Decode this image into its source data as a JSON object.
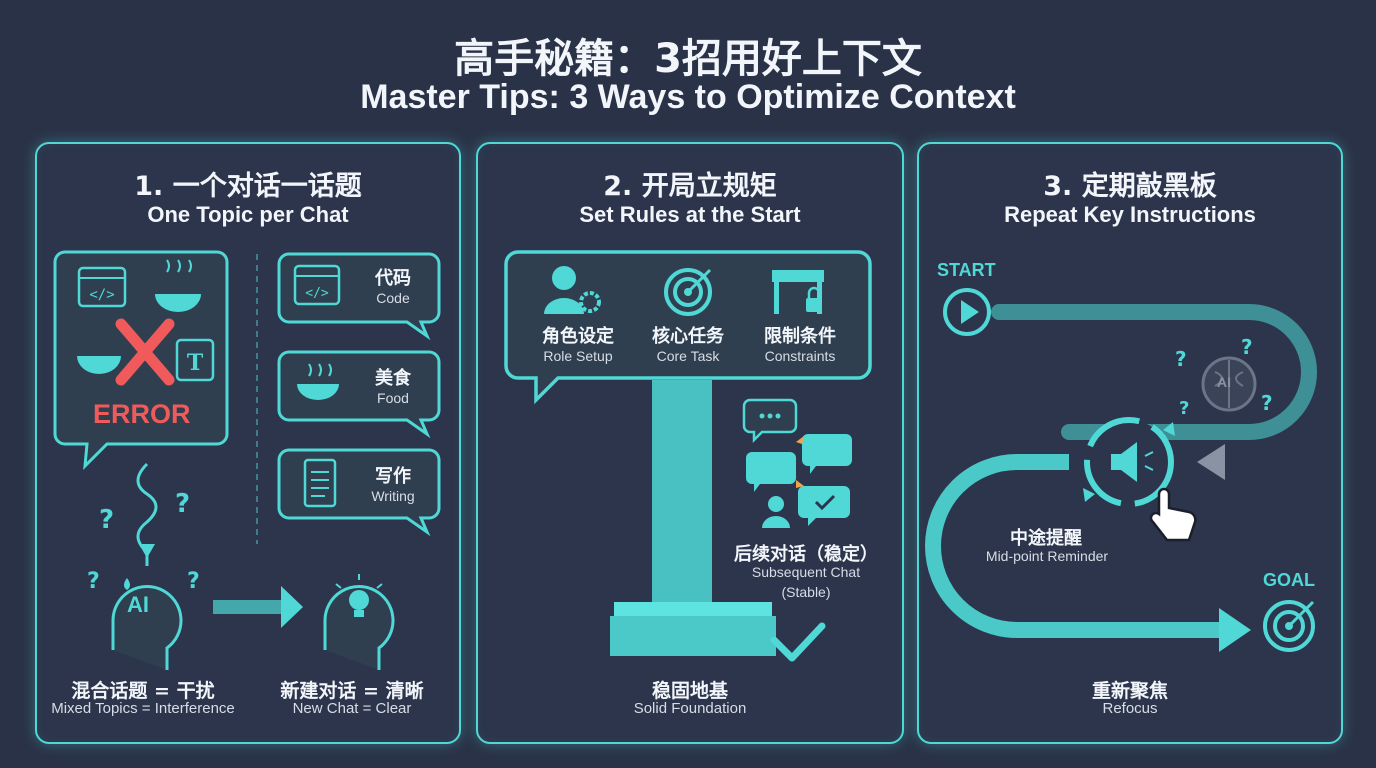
{
  "title": {
    "zh": "高手秘籍：3招用好上下文",
    "en": "Master Tips: 3 Ways to Optimize Context"
  },
  "panel1": {
    "heading_zh": "1. 一个对话一话题",
    "heading_en": "One Topic per Chat",
    "error_label": "ERROR",
    "topics": [
      {
        "zh": "代码",
        "en": "Code",
        "icon": "code-window-icon"
      },
      {
        "zh": "美食",
        "en": "Food",
        "icon": "food-bowl-icon"
      },
      {
        "zh": "写作",
        "en": "Writing",
        "icon": "document-icon"
      }
    ],
    "ai_label": "AI",
    "left_caption_zh": "混合话题 = 干扰",
    "left_caption_en": "Mixed Topics = Interference",
    "right_caption_zh": "新建对话 = 清晰",
    "right_caption_en": "New Chat = Clear"
  },
  "panel2": {
    "heading_zh": "2. 开局立规矩",
    "heading_en": "Set Rules at the Start",
    "rules": [
      {
        "zh": "角色设定",
        "en": "Role Setup",
        "icon": "user-gear-icon"
      },
      {
        "zh": "核心任务",
        "en": "Core Task",
        "icon": "target-icon"
      },
      {
        "zh": "限制条件",
        "en": "Constraints",
        "icon": "barrier-lock-icon"
      }
    ],
    "chat_zh": "后续对话（稳定）",
    "chat_en_1": "Subsequent Chat",
    "chat_en_2": "(Stable)",
    "foundation_zh": "稳固地基",
    "foundation_en": "Solid Foundation"
  },
  "panel3": {
    "heading_zh": "3. 定期敲黑板",
    "heading_en": "Repeat Key Instructions",
    "start_label": "START",
    "goal_label": "GOAL",
    "ai_label": "AI",
    "reminder_zh": "中途提醒",
    "reminder_en": "Mid-point Reminder",
    "refocus_zh": "重新聚焦",
    "refocus_en": "Refocus"
  },
  "colors": {
    "background": "#2a3247",
    "accent": "#4fd8d6",
    "error": "#f05a5a",
    "text": "#f2f5fa"
  }
}
